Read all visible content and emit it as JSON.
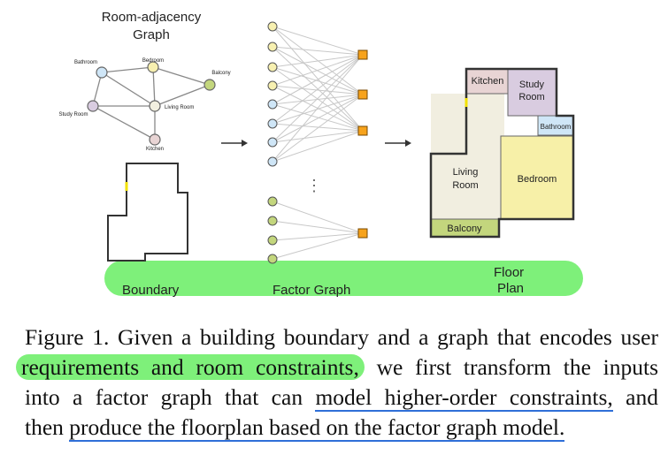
{
  "graph_title": [
    "Room-adjacency",
    "Graph"
  ],
  "graph_nodes": [
    {
      "id": "bathroom",
      "label": "Bathroom",
      "fill": "#cfe6f7"
    },
    {
      "id": "bedroom",
      "label": "Bedroom",
      "fill": "#f7f0b0"
    },
    {
      "id": "balcony",
      "label": "Balcony",
      "fill": "#c3d67d"
    },
    {
      "id": "study",
      "label": "Study Room",
      "fill": "#d9cce0"
    },
    {
      "id": "living",
      "label": "Living Room",
      "fill": "#f3f0e0"
    },
    {
      "id": "kitchen",
      "label": "Kitchen",
      "fill": "#e8d4d4"
    }
  ],
  "graph_edges": [
    [
      "bathroom",
      "bedroom"
    ],
    [
      "bathroom",
      "study"
    ],
    [
      "bathroom",
      "living"
    ],
    [
      "bedroom",
      "balcony"
    ],
    [
      "bedroom",
      "living"
    ],
    [
      "balcony",
      "living"
    ],
    [
      "study",
      "living"
    ],
    [
      "living",
      "kitchen"
    ],
    [
      "study",
      "kitchen"
    ]
  ],
  "factor_graph": {
    "variable_colors": [
      "#f7f0b0",
      "#f7f0b0",
      "#f7f0b0",
      "#f7f0b0",
      "#cfe6f7",
      "#cfe6f7",
      "#cfe6f7",
      "#cfe6f7",
      "#c3d67d",
      "#c3d67d",
      "#c3d67d",
      "#c3d67d"
    ],
    "factor_color": "#f7a31c",
    "ellipsis": "⋮"
  },
  "floorplan_rooms": [
    "Kitchen",
    "Study Room",
    "Bathroom",
    "Living Room",
    "Bedroom",
    "Balcony"
  ],
  "bottom_band": {
    "color": "#7ef07a",
    "labels": {
      "boundary": "Boundary",
      "factor_graph": "Factor Graph",
      "floor_plan": [
        "Floor",
        "Plan"
      ]
    }
  },
  "caption": {
    "line1": "Figure 1. Given a building boundary and a graph that encodes user",
    "line2_highlight": "requirements and room constraints,",
    "line2_rest": " we first transform the inputs",
    "line3_pre": "into a factor graph that can ",
    "line3_underline": "model higher-order constraints,",
    "line3_post": " and",
    "line4_pre": "then ",
    "line4_underline": "produce the floorplan based on the factor graph model."
  }
}
